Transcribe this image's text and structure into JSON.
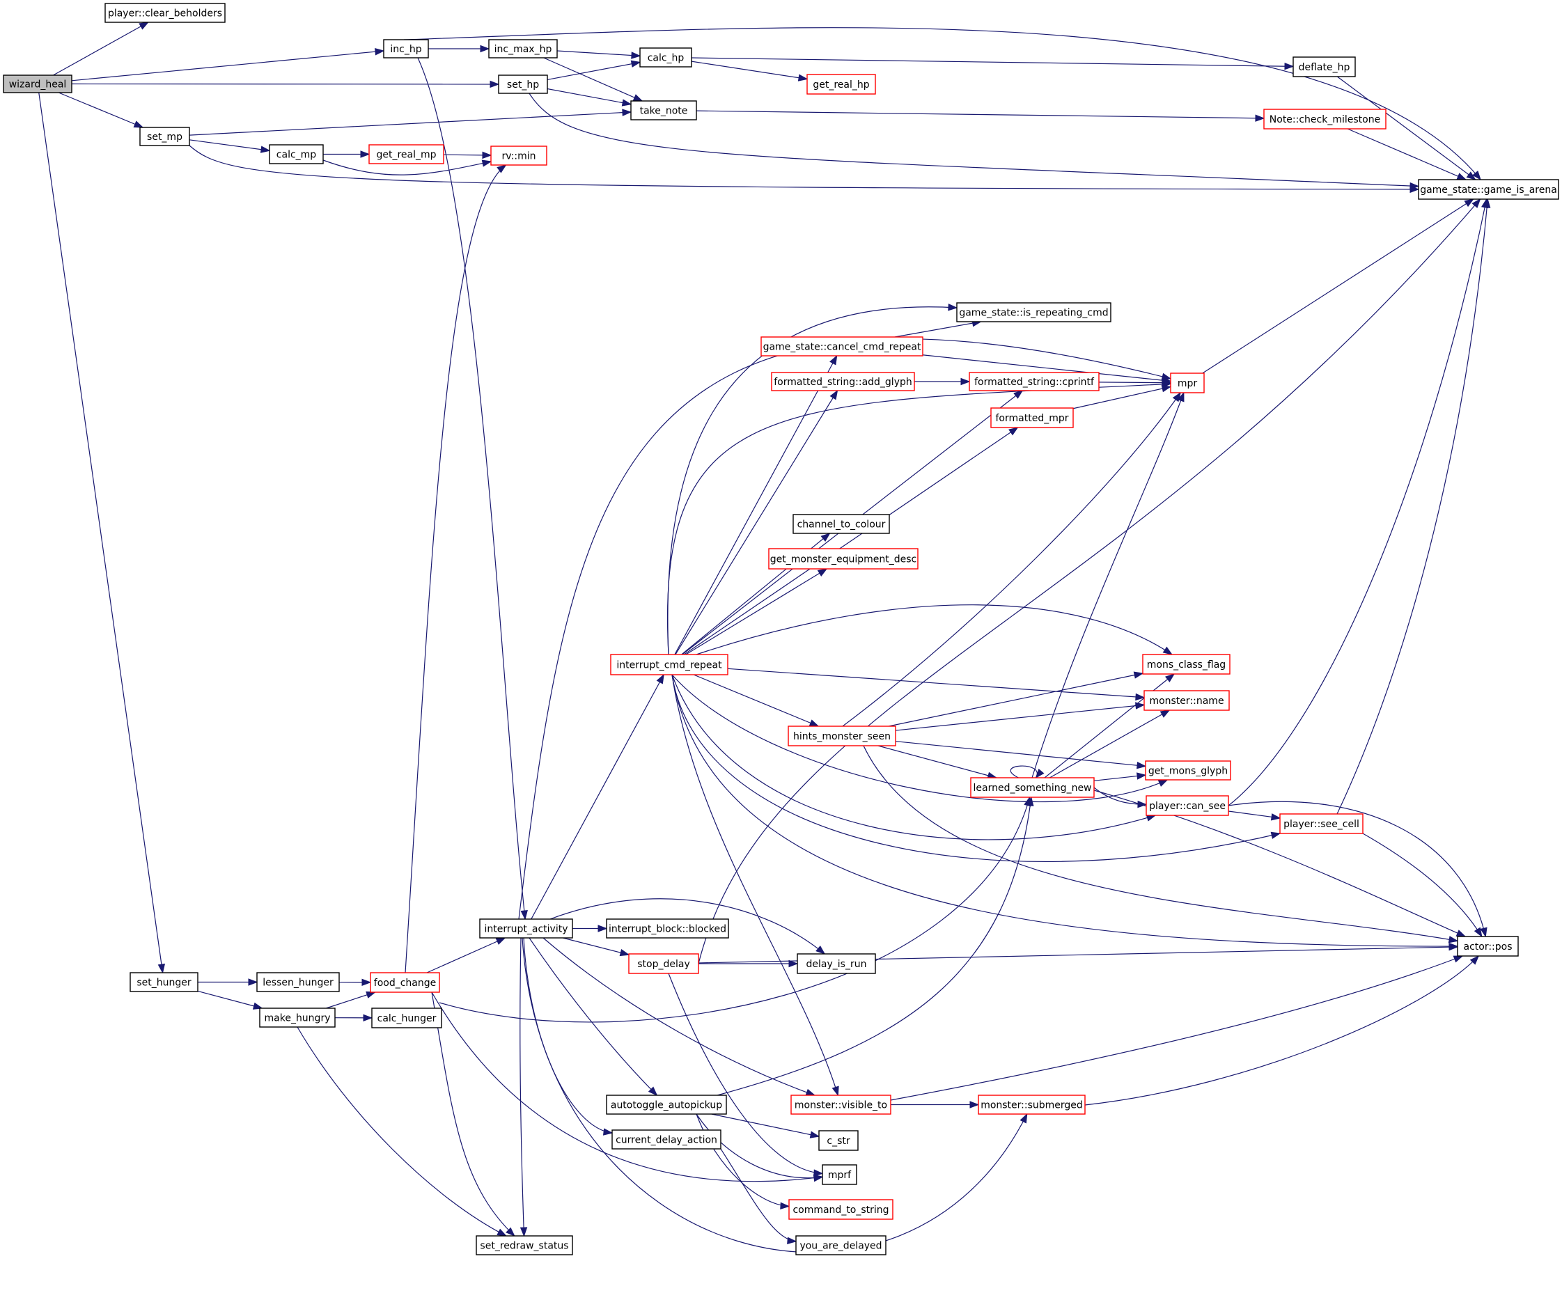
{
  "colors": {
    "edge": "#191970",
    "box_normal": "#000000",
    "box_truncated": "#ff0000",
    "root_fill": "#bfbfbf"
  },
  "nodes": [
    {
      "id": "wizard_heal",
      "label": "wizard_heal",
      "style": "root"
    },
    {
      "id": "clear_beholders",
      "label": "player::clear_beholders",
      "style": "normal"
    },
    {
      "id": "inc_hp",
      "label": "inc_hp",
      "style": "normal"
    },
    {
      "id": "inc_max_hp",
      "label": "inc_max_hp",
      "style": "normal"
    },
    {
      "id": "calc_hp",
      "label": "calc_hp",
      "style": "normal"
    },
    {
      "id": "get_real_hp",
      "label": "get_real_hp",
      "style": "truncated"
    },
    {
      "id": "deflate_hp",
      "label": "deflate_hp",
      "style": "normal"
    },
    {
      "id": "set_hp",
      "label": "set_hp",
      "style": "normal"
    },
    {
      "id": "take_note",
      "label": "take_note",
      "style": "normal"
    },
    {
      "id": "check_milestone",
      "label": "Note::check_milestone",
      "style": "truncated"
    },
    {
      "id": "set_mp",
      "label": "set_mp",
      "style": "normal"
    },
    {
      "id": "calc_mp",
      "label": "calc_mp",
      "style": "normal"
    },
    {
      "id": "get_real_mp",
      "label": "get_real_mp",
      "style": "truncated"
    },
    {
      "id": "rv_min",
      "label": "rv::min",
      "style": "truncated"
    },
    {
      "id": "game_is_arena",
      "label": "game_state::game_is_arena",
      "style": "normal"
    },
    {
      "id": "is_repeating_cmd",
      "label": "game_state::is_repeating_cmd",
      "style": "normal"
    },
    {
      "id": "cancel_cmd_repeat",
      "label": "game_state::cancel_cmd_repeat",
      "style": "truncated"
    },
    {
      "id": "add_glyph",
      "label": "formatted_string::add_glyph",
      "style": "truncated"
    },
    {
      "id": "cprintf",
      "label": "formatted_string::cprintf",
      "style": "truncated"
    },
    {
      "id": "formatted_mpr",
      "label": "formatted_mpr",
      "style": "truncated"
    },
    {
      "id": "mpr",
      "label": "mpr",
      "style": "truncated"
    },
    {
      "id": "channel_to_colour",
      "label": "channel_to_colour",
      "style": "normal"
    },
    {
      "id": "get_monster_equipment_desc",
      "label": "get_monster_equipment_desc",
      "style": "truncated"
    },
    {
      "id": "interrupt_cmd_repeat",
      "label": "interrupt_cmd_repeat",
      "style": "truncated"
    },
    {
      "id": "mons_class_flag",
      "label": "mons_class_flag",
      "style": "truncated"
    },
    {
      "id": "monster_name",
      "label": "monster::name",
      "style": "truncated"
    },
    {
      "id": "hints_monster_seen",
      "label": "hints_monster_seen",
      "style": "truncated"
    },
    {
      "id": "get_mons_glyph",
      "label": "get_mons_glyph",
      "style": "truncated"
    },
    {
      "id": "learned_something_new",
      "label": "learned_something_new",
      "style": "truncated"
    },
    {
      "id": "player_can_see",
      "label": "player::can_see",
      "style": "truncated"
    },
    {
      "id": "player_see_cell",
      "label": "player::see_cell",
      "style": "truncated"
    },
    {
      "id": "actor_pos",
      "label": "actor::pos",
      "style": "normal"
    },
    {
      "id": "interrupt_activity",
      "label": "interrupt_activity",
      "style": "normal"
    },
    {
      "id": "interrupt_block_blocked",
      "label": "interrupt_block::blocked",
      "style": "normal"
    },
    {
      "id": "stop_delay",
      "label": "stop_delay",
      "style": "truncated"
    },
    {
      "id": "delay_is_run",
      "label": "delay_is_run",
      "style": "normal"
    },
    {
      "id": "set_hunger",
      "label": "set_hunger",
      "style": "normal"
    },
    {
      "id": "lessen_hunger",
      "label": "lessen_hunger",
      "style": "normal"
    },
    {
      "id": "food_change",
      "label": "food_change",
      "style": "truncated"
    },
    {
      "id": "make_hungry",
      "label": "make_hungry",
      "style": "normal"
    },
    {
      "id": "calc_hunger",
      "label": "calc_hunger",
      "style": "normal"
    },
    {
      "id": "autotoggle_autopickup",
      "label": "autotoggle_autopickup",
      "style": "normal"
    },
    {
      "id": "monster_visible_to",
      "label": "monster::visible_to",
      "style": "truncated"
    },
    {
      "id": "monster_submerged",
      "label": "monster::submerged",
      "style": "truncated"
    },
    {
      "id": "current_delay_action",
      "label": "current_delay_action",
      "style": "normal"
    },
    {
      "id": "c_str",
      "label": "c_str",
      "style": "normal"
    },
    {
      "id": "mprf",
      "label": "mprf",
      "style": "normal"
    },
    {
      "id": "command_to_string",
      "label": "command_to_string",
      "style": "truncated"
    },
    {
      "id": "you_are_delayed",
      "label": "you_are_delayed",
      "style": "normal"
    },
    {
      "id": "set_redraw_status",
      "label": "set_redraw_status",
      "style": "normal"
    }
  ],
  "edges": [
    [
      "wizard_heal",
      "clear_beholders"
    ],
    [
      "wizard_heal",
      "inc_hp"
    ],
    [
      "wizard_heal",
      "set_hp"
    ],
    [
      "wizard_heal",
      "set_mp"
    ],
    [
      "wizard_heal",
      "set_hunger"
    ],
    [
      "inc_hp",
      "inc_max_hp"
    ],
    [
      "inc_hp",
      "game_is_arena"
    ],
    [
      "inc_hp",
      "interrupt_activity"
    ],
    [
      "inc_max_hp",
      "calc_hp"
    ],
    [
      "inc_max_hp",
      "take_note"
    ],
    [
      "calc_hp",
      "get_real_hp"
    ],
    [
      "calc_hp",
      "deflate_hp"
    ],
    [
      "set_hp",
      "calc_hp"
    ],
    [
      "set_hp",
      "take_note"
    ],
    [
      "set_hp",
      "game_is_arena"
    ],
    [
      "take_note",
      "check_milestone"
    ],
    [
      "check_milestone",
      "game_is_arena"
    ],
    [
      "deflate_hp",
      "game_is_arena"
    ],
    [
      "set_mp",
      "take_note"
    ],
    [
      "set_mp",
      "calc_mp"
    ],
    [
      "set_mp",
      "game_is_arena"
    ],
    [
      "calc_mp",
      "get_real_mp"
    ],
    [
      "calc_mp",
      "rv_min"
    ],
    [
      "get_real_mp",
      "rv_min"
    ],
    [
      "set_hunger",
      "lessen_hunger"
    ],
    [
      "set_hunger",
      "make_hungry"
    ],
    [
      "lessen_hunger",
      "food_change"
    ],
    [
      "make_hungry",
      "food_change"
    ],
    [
      "make_hungry",
      "calc_hunger"
    ],
    [
      "make_hungry",
      "set_redraw_status"
    ],
    [
      "food_change",
      "rv_min"
    ],
    [
      "food_change",
      "interrupt_activity"
    ],
    [
      "food_change",
      "learned_something_new"
    ],
    [
      "food_change",
      "mprf"
    ],
    [
      "food_change",
      "set_redraw_status"
    ],
    [
      "interrupt_activity",
      "interrupt_block_blocked"
    ],
    [
      "interrupt_activity",
      "stop_delay"
    ],
    [
      "interrupt_activity",
      "delay_is_run"
    ],
    [
      "interrupt_activity",
      "interrupt_cmd_repeat"
    ],
    [
      "interrupt_activity",
      "mpr"
    ],
    [
      "interrupt_activity",
      "autotoggle_autopickup"
    ],
    [
      "interrupt_activity",
      "current_delay_action"
    ],
    [
      "interrupt_activity",
      "monster_visible_to"
    ],
    [
      "interrupt_activity",
      "monster_submerged"
    ],
    [
      "interrupt_activity",
      "set_redraw_status"
    ],
    [
      "interrupt_cmd_repeat",
      "cancel_cmd_repeat"
    ],
    [
      "interrupt_cmd_repeat",
      "add_glyph"
    ],
    [
      "interrupt_cmd_repeat",
      "cprintf"
    ],
    [
      "interrupt_cmd_repeat",
      "formatted_mpr"
    ],
    [
      "interrupt_cmd_repeat",
      "mpr"
    ],
    [
      "interrupt_cmd_repeat",
      "channel_to_colour"
    ],
    [
      "interrupt_cmd_repeat",
      "get_monster_equipment_desc"
    ],
    [
      "interrupt_cmd_repeat",
      "mons_class_flag"
    ],
    [
      "interrupt_cmd_repeat",
      "monster_name"
    ],
    [
      "interrupt_cmd_repeat",
      "hints_monster_seen"
    ],
    [
      "interrupt_cmd_repeat",
      "get_mons_glyph"
    ],
    [
      "interrupt_cmd_repeat",
      "player_can_see"
    ],
    [
      "interrupt_cmd_repeat",
      "player_see_cell"
    ],
    [
      "interrupt_cmd_repeat",
      "actor_pos"
    ],
    [
      "interrupt_cmd_repeat",
      "monster_visible_to"
    ],
    [
      "interrupt_cmd_repeat",
      "is_repeating_cmd"
    ],
    [
      "cancel_cmd_repeat",
      "is_repeating_cmd"
    ],
    [
      "cancel_cmd_repeat",
      "mpr"
    ],
    [
      "add_glyph",
      "cprintf"
    ],
    [
      "cprintf",
      "mpr"
    ],
    [
      "formatted_mpr",
      "mpr"
    ],
    [
      "mpr",
      "game_is_arena"
    ],
    [
      "hints_monster_seen",
      "mpr"
    ],
    [
      "hints_monster_seen",
      "mons_class_flag"
    ],
    [
      "hints_monster_seen",
      "monster_name"
    ],
    [
      "hints_monster_seen",
      "get_mons_glyph"
    ],
    [
      "hints_monster_seen",
      "learned_something_new"
    ],
    [
      "hints_monster_seen",
      "actor_pos"
    ],
    [
      "learned_something_new",
      "mpr"
    ],
    [
      "learned_something_new",
      "learned_something_new"
    ],
    [
      "learned_something_new",
      "mons_class_flag"
    ],
    [
      "learned_something_new",
      "monster_name"
    ],
    [
      "learned_something_new",
      "get_mons_glyph"
    ],
    [
      "learned_something_new",
      "player_can_see"
    ],
    [
      "learned_something_new",
      "actor_pos"
    ],
    [
      "player_can_see",
      "player_see_cell"
    ],
    [
      "player_can_see",
      "actor_pos"
    ],
    [
      "player_can_see",
      "game_is_arena"
    ],
    [
      "player_see_cell",
      "actor_pos"
    ],
    [
      "player_see_cell",
      "game_is_arena"
    ],
    [
      "stop_delay",
      "delay_is_run"
    ],
    [
      "stop_delay",
      "game_is_arena"
    ],
    [
      "stop_delay",
      "actor_pos"
    ],
    [
      "stop_delay",
      "mprf"
    ],
    [
      "autotoggle_autopickup",
      "learned_something_new"
    ],
    [
      "autotoggle_autopickup",
      "c_str"
    ],
    [
      "autotoggle_autopickup",
      "mprf"
    ],
    [
      "autotoggle_autopickup",
      "command_to_string"
    ],
    [
      "current_delay_action",
      "you_are_delayed"
    ],
    [
      "monster_visible_to",
      "monster_submerged"
    ],
    [
      "monster_visible_to",
      "actor_pos"
    ],
    [
      "monster_submerged",
      "actor_pos"
    ]
  ]
}
